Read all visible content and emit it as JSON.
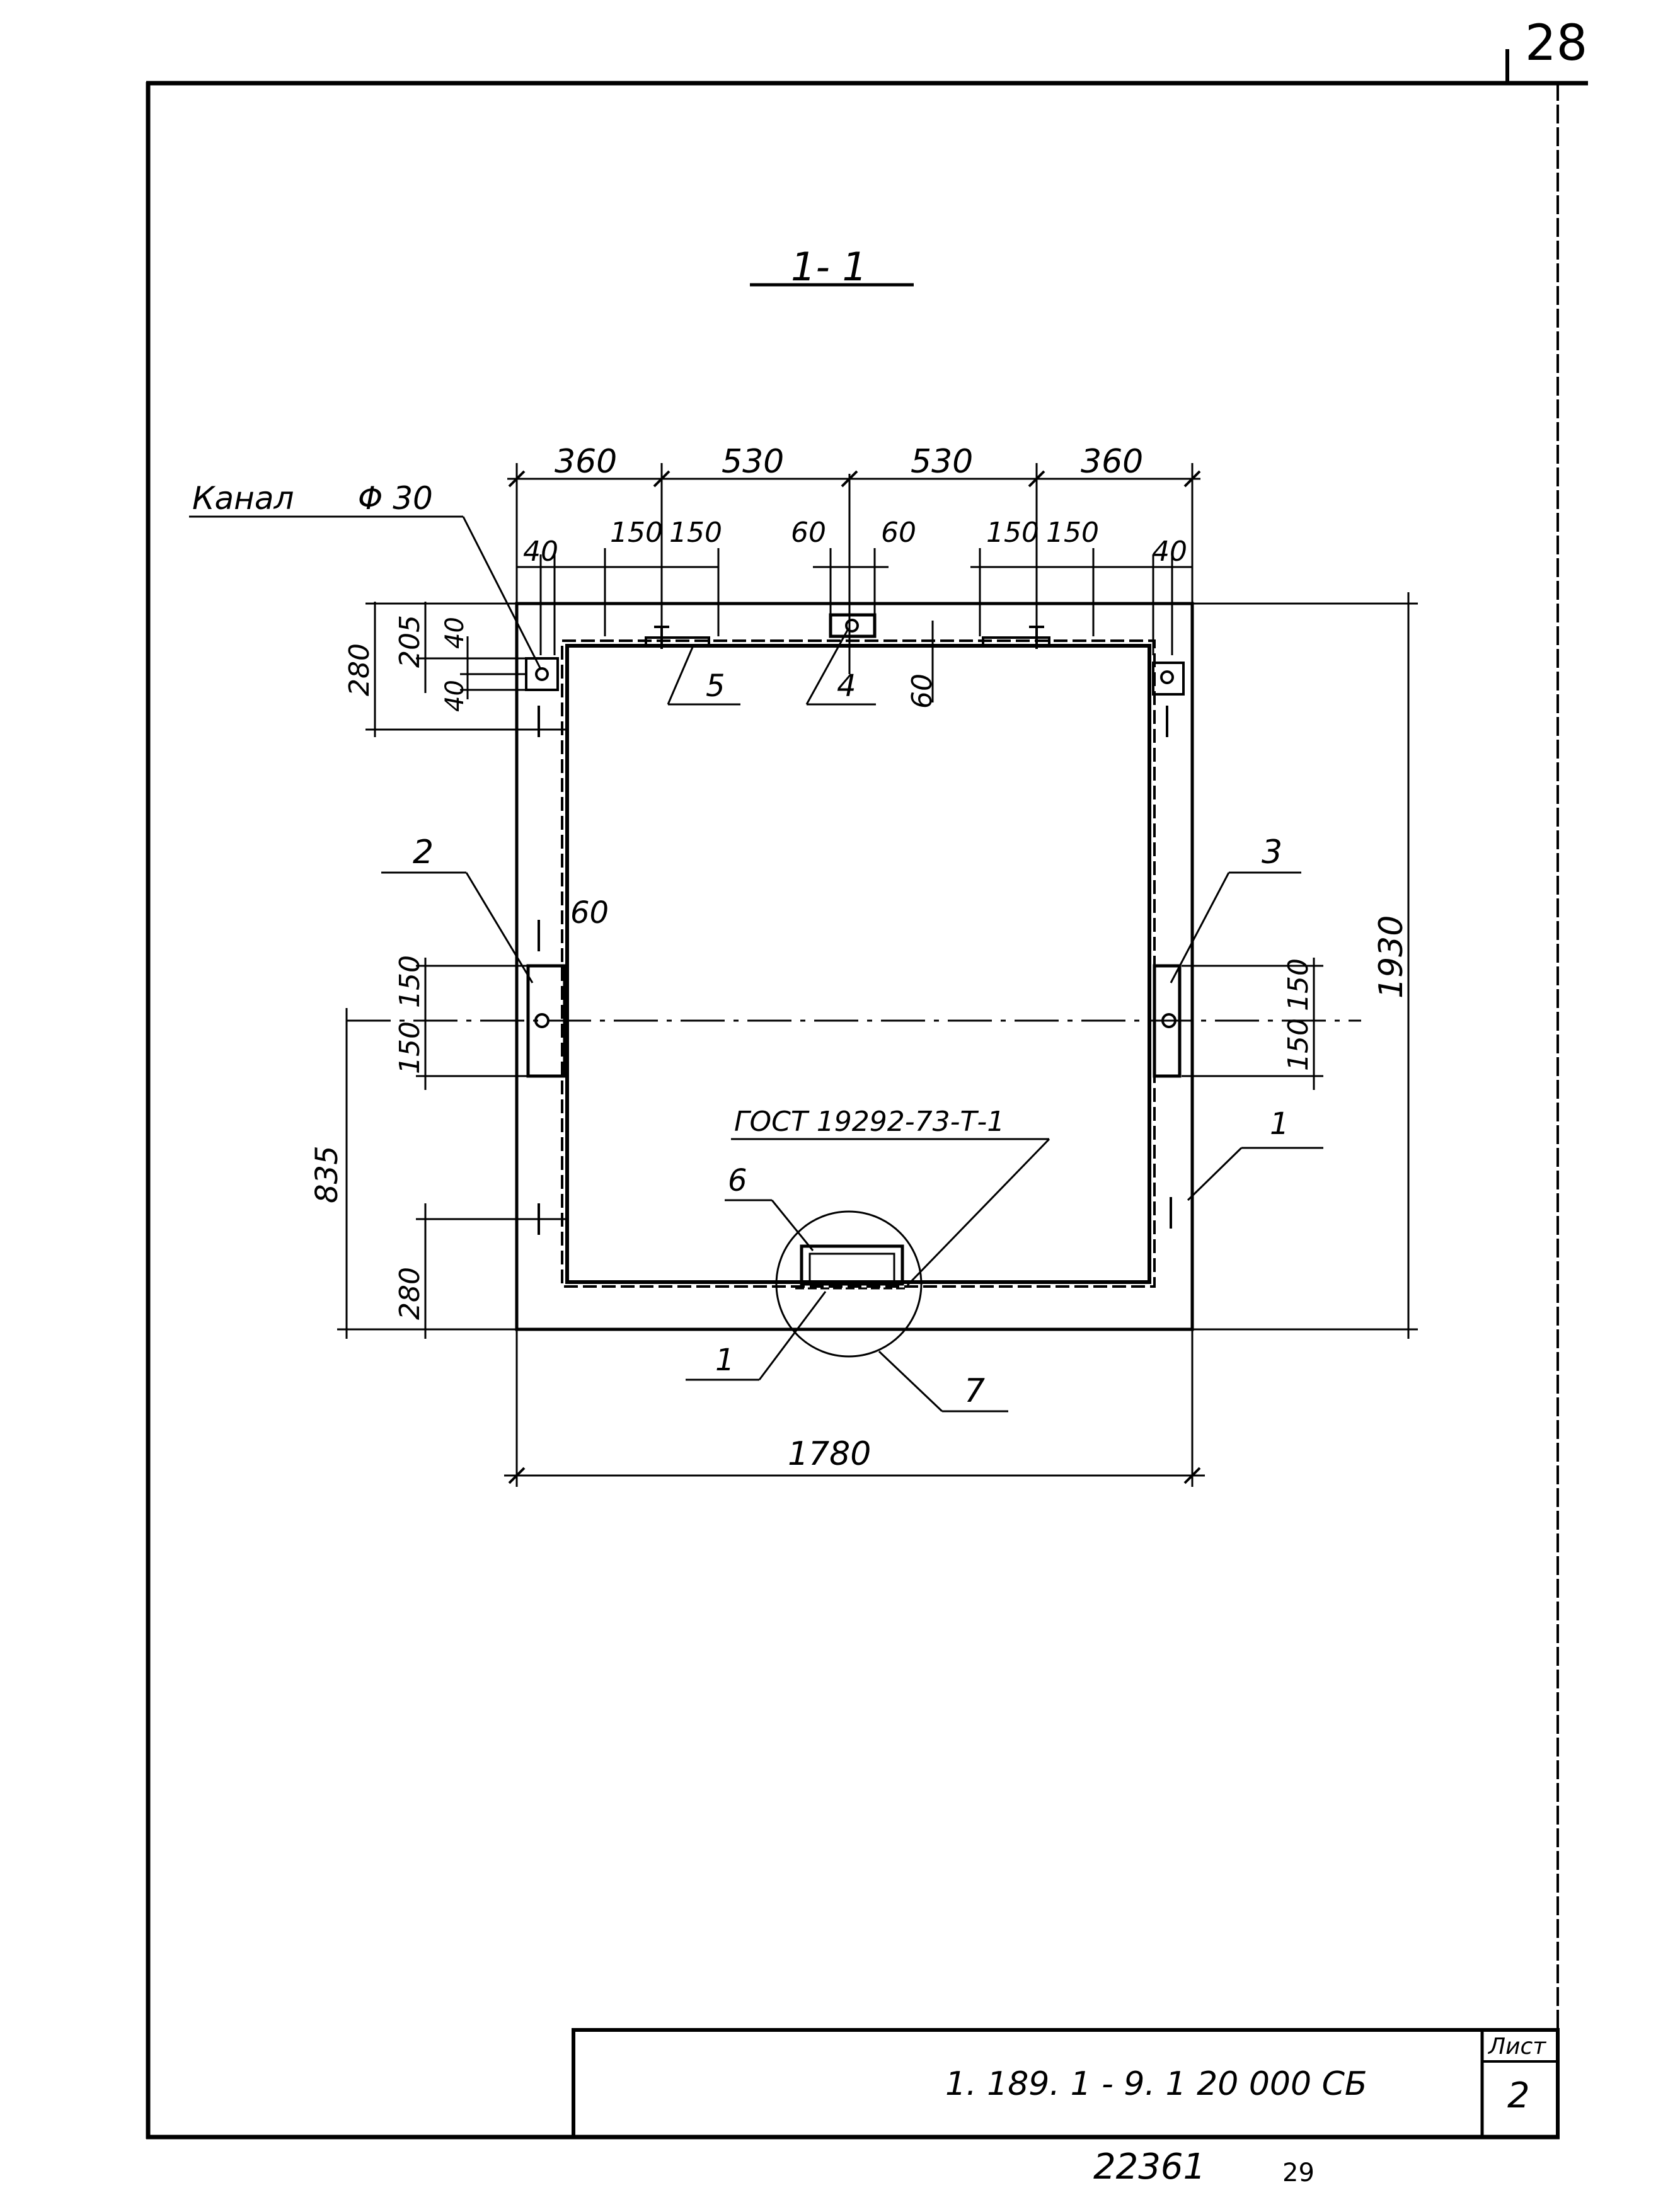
{
  "page_number_top": "28",
  "page_number_bottom": "29",
  "section_label": "1- 1",
  "channel_label": "Канал",
  "channel_diameter": "Φ 30",
  "top_dims": [
    "360",
    "530",
    "530",
    "360"
  ],
  "sub_dims": {
    "left_edge": "40",
    "pair_a1": "150",
    "pair_a2": "150",
    "center_l": "60",
    "center_r": "60",
    "pair_b1": "150",
    "pair_b2": "150",
    "right_edge": "40"
  },
  "left_dims": {
    "d280_top": "280",
    "d205": "205",
    "d40_a": "40",
    "d40_b": "40",
    "d60_mid": "60",
    "d150_up": "150",
    "d150_down": "150",
    "d835": "835",
    "d280_bottom": "280"
  },
  "right_dims": {
    "d1930": "1930",
    "d150_up": "150",
    "d150_down": "150",
    "d60_top": "60"
  },
  "bottom_dim": "1780",
  "callouts": {
    "c1_right": "1",
    "c1_bottom": "1",
    "c2": "2",
    "c3": "3",
    "c4": "4",
    "c5": "5",
    "c6": "6",
    "c7": "7"
  },
  "gost_note": "ГОСТ 19292-73-Т-1",
  "title_block": {
    "sheet_label": "Лист",
    "sheet_number": "2",
    "document_code": "1. 189. 1 - 9. 1  20 000 СБ"
  },
  "archive_number": "22361"
}
